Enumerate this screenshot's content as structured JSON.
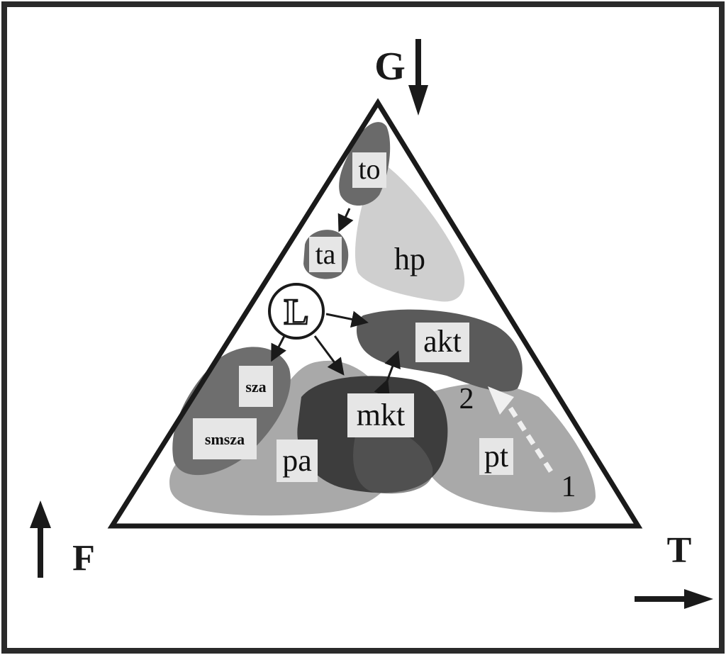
{
  "axes": {
    "top": "G",
    "left": "F",
    "right": "T"
  },
  "regions": {
    "to": "to",
    "ta": "ta",
    "hp": "hp",
    "akt": "akt",
    "sza": "sza",
    "smsza": "smsza",
    "mkt": "mkt",
    "pa": "pa",
    "pt": "pt"
  },
  "center_node": "L",
  "path_labels": {
    "one": "1",
    "two": "2"
  },
  "colors": {
    "outline": "#1a1a1a",
    "dark_region": "#3a3a3a",
    "mid_region": "#7a7a7a",
    "light_region": "#a8a8a8",
    "pale_region": "#cfcfcf",
    "label_box": "#e6e6e6"
  }
}
